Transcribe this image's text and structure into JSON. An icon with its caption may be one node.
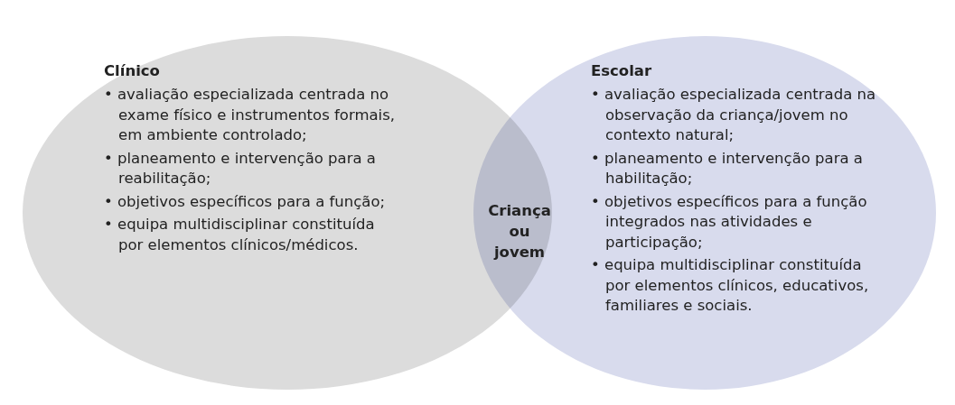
{
  "diagram": {
    "nodes": [
      {
        "text": [
          "Clínico",
          "• avaliação especializada centrada no exame físico e instrumentos formais, em ambiente controlado;",
          "• planeamento e intervenção para a reabilitação;",
          "• objetivos específicos para a função;",
          "• equipa multidisciplinar constituída por elementos clínicos/médicos."
        ]
      },
      {
        "text": [
          "Escolar",
          "• avaliação especializada centrada na observação da criança/jovem no contexto natural;",
          "• planeamento e intervenção para a habilitação;",
          "• objetivos específicos para a função integrados nas atividades e participação;",
          "• equipa multidisciplinar constituída por elementos clínicos, educativos, familiares e sociais."
        ]
      },
      {
        "text": [
          "Criança ou jovem"
        ]
      }
    ]
  }
}
